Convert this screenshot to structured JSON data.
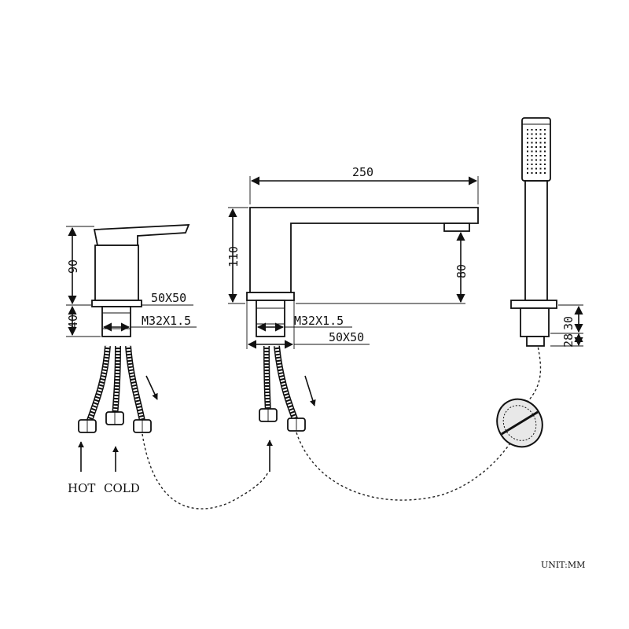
{
  "dimensions": {
    "mixer_height": "90",
    "mixer_base": "40",
    "mixer_size": "50X50",
    "mixer_thread": "M32X1.5",
    "spout_length": "250",
    "spout_height": "110",
    "spout_outlet_height": "80",
    "spout_thread": "M32X1.5",
    "spout_size": "50X50",
    "handshower_holder": "30",
    "handshower_base": "28"
  },
  "labels": {
    "hot": "HOT",
    "cold": "COLD"
  },
  "unit_note": "UNIT:MM"
}
